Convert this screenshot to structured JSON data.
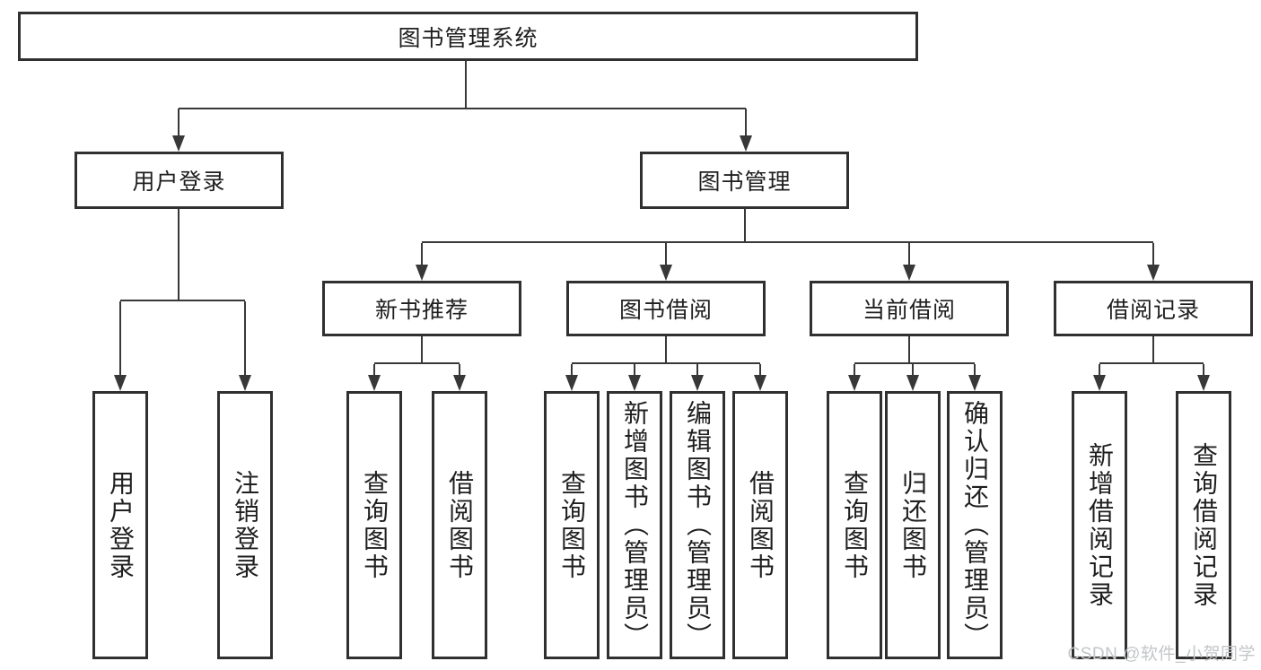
{
  "diagram": {
    "root": "图书管理系统",
    "branches": [
      {
        "label": "用户登录",
        "children": [
          "用户登录",
          "注销登录"
        ]
      },
      {
        "label": "图书管理",
        "children": [
          {
            "label": "新书推荐",
            "children": [
              "查询图书",
              "借阅图书"
            ]
          },
          {
            "label": "图书借阅",
            "children": [
              "查询图书",
              "新增图书（管理员）",
              "编辑图书（管理员）",
              "借阅图书"
            ]
          },
          {
            "label": "当前借阅",
            "children": [
              "查询图书",
              "归还图书",
              "确认归还（管理员）"
            ]
          },
          {
            "label": "借阅记录",
            "children": [
              "新增借阅记录",
              "查询借阅记录"
            ]
          }
        ]
      }
    ]
  },
  "watermark": {
    "text": "CSDN @软件_小贺同学"
  },
  "colors": {
    "background": "#ffffff",
    "box_border": "#303030",
    "connector_line": "#383838",
    "text": "#1f1f1f",
    "watermark_text": "#c3c6c8"
  }
}
